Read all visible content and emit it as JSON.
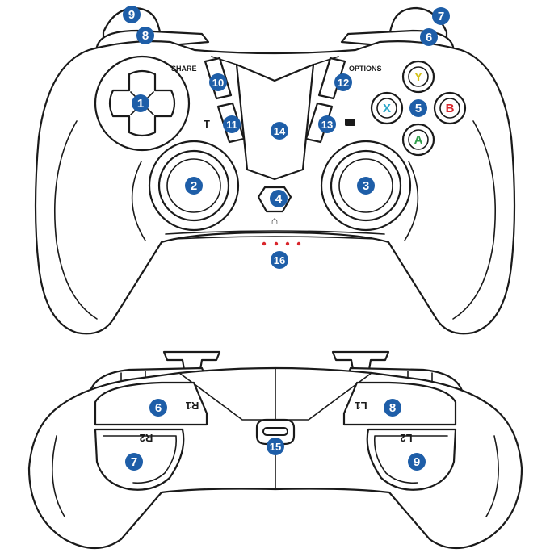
{
  "top_view": {
    "share_label": "SHARE",
    "options_label": "OPTIONS",
    "turbo_glyph": "T",
    "home_glyph": "⌂",
    "face_buttons": [
      {
        "letter": "Y",
        "color": "#d4c21a"
      },
      {
        "letter": "X",
        "color": "#2aa7c9"
      },
      {
        "letter": "B",
        "color": "#d9262c"
      },
      {
        "letter": "A",
        "color": "#2f9e4a"
      }
    ],
    "led_color": "#d9262c",
    "callouts": [
      "1",
      "2",
      "3",
      "4",
      "5",
      "6",
      "7",
      "8",
      "9",
      "10",
      "11",
      "12",
      "13",
      "14",
      "16"
    ]
  },
  "front_view": {
    "trigger_labels": {
      "r1": "R1",
      "r2": "R2",
      "l1": "L1",
      "l2": "L2"
    },
    "callouts": [
      "6",
      "7",
      "8",
      "9",
      "15"
    ]
  },
  "colors": {
    "callout": "#1e5ea8",
    "outline": "#1a1a1a"
  }
}
